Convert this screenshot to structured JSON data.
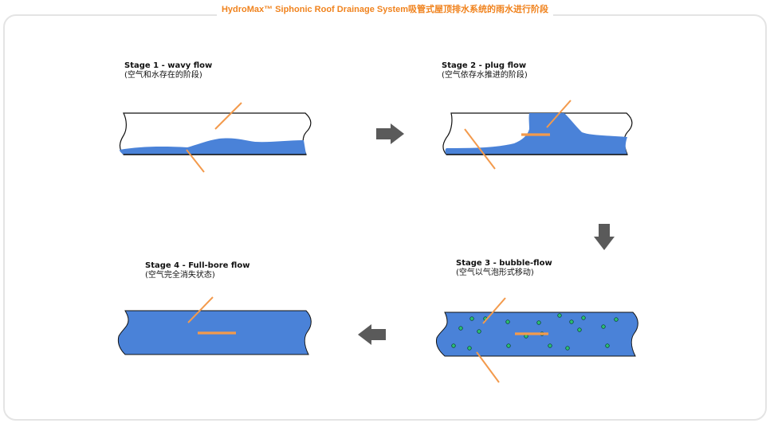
{
  "title": "HydroMax™ Siphonic Roof Drainage System吸管式屋顶排水系统的雨水进行阶段",
  "colors": {
    "water": "#4a82d8",
    "arrow": "#f39a4c",
    "flow_arrow": "#5a5a5a",
    "bubble": "#2bbd73",
    "outline": "#111111"
  },
  "stages": [
    {
      "en": "Stage 1 - wavy flow",
      "cn": "(空气和水存在的阶段)"
    },
    {
      "en": "Stage 2 - plug flow",
      "cn": "(空气依存水推进的阶段)"
    },
    {
      "en": "Stage 3 - bubble-flow",
      "cn": "(空气以气泡形式移动)"
    },
    {
      "en": "Stage 4 - Full-bore flow",
      "cn": "(空气完全消失状态)"
    }
  ],
  "icons": {
    "step_arrow": "arrow-right-icon",
    "down_arrow": "arrow-down-icon",
    "back_arrow": "arrow-left-icon"
  }
}
